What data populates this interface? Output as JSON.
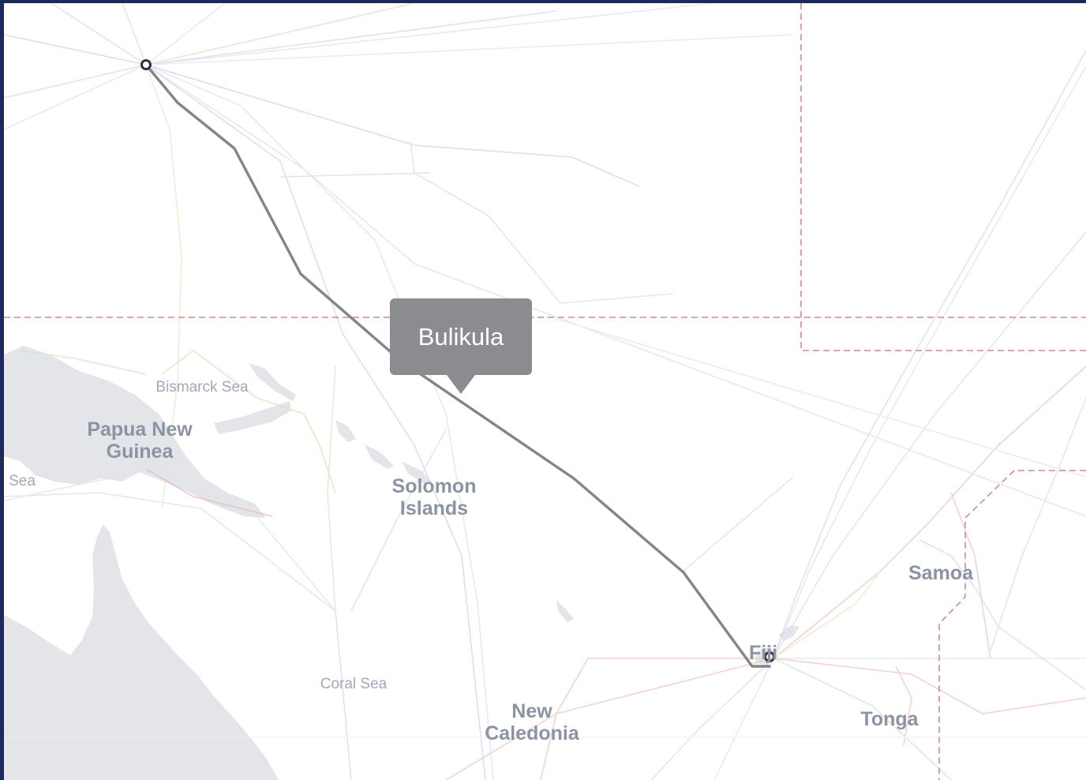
{
  "map": {
    "labels": {
      "bismarck_sea": "Bismarck Sea",
      "png_line1": "Papua New",
      "png_line2": "Guinea",
      "sea_fragment": "Sea",
      "solomon_line1": "Solomon",
      "solomon_line2": "Islands",
      "coral_sea": "Coral Sea",
      "new_cal_line1": "New",
      "new_cal_line2": "Caledonia",
      "fiji": "Fiji",
      "samoa": "Samoa",
      "tonga": "Tonga"
    },
    "tooltip": {
      "text": "Bulikula"
    },
    "colors": {
      "route": "#858585",
      "land": "#e3e5e8",
      "boundary": "#d08a8a",
      "cable_faint": "#c9cce0",
      "tooltip_bg": "#8a8c8f"
    }
  }
}
